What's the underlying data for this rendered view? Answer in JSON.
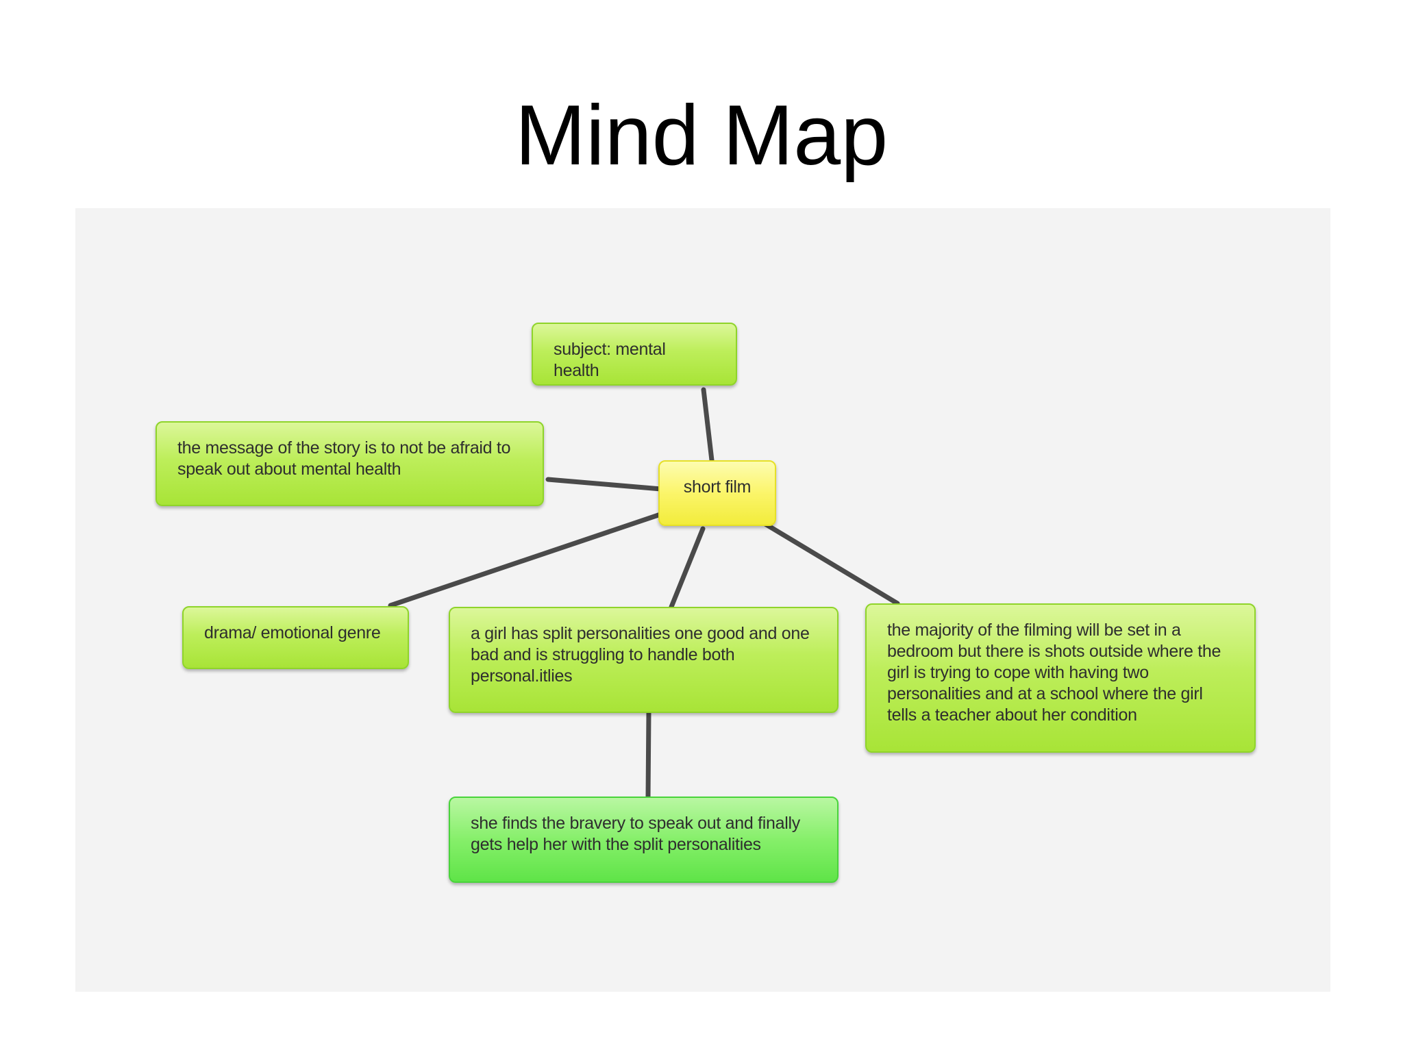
{
  "title": "Mind Map",
  "diagram": {
    "nodes": {
      "center": "short film",
      "subject": "subject: mental health",
      "message": "the message of the story is to not be afraid to speak out about mental health",
      "genre": "drama/ emotional genre",
      "plot": "a girl has split personalities one good and one bad and is struggling to handle both personal.itlies",
      "setting": "the majority of the filming will be set in a bedroom but there is shots outside where the girl is trying to cope with having two personalities and at a school where the girl tells a teacher about her condition",
      "resolution": "she finds the bravery to speak out and finally gets help her with the split personalities"
    },
    "edges": [
      [
        "center",
        "subject"
      ],
      [
        "center",
        "message"
      ],
      [
        "center",
        "genre"
      ],
      [
        "center",
        "plot"
      ],
      [
        "center",
        "setting"
      ],
      [
        "plot",
        "resolution"
      ]
    ],
    "colors": {
      "node_green": "#bdee5a",
      "node_center_yellow": "#fbf56a",
      "node_bright_green": "#86ef6a",
      "connector": "#4a4a4a",
      "panel_background": "#f3f3f3"
    }
  }
}
